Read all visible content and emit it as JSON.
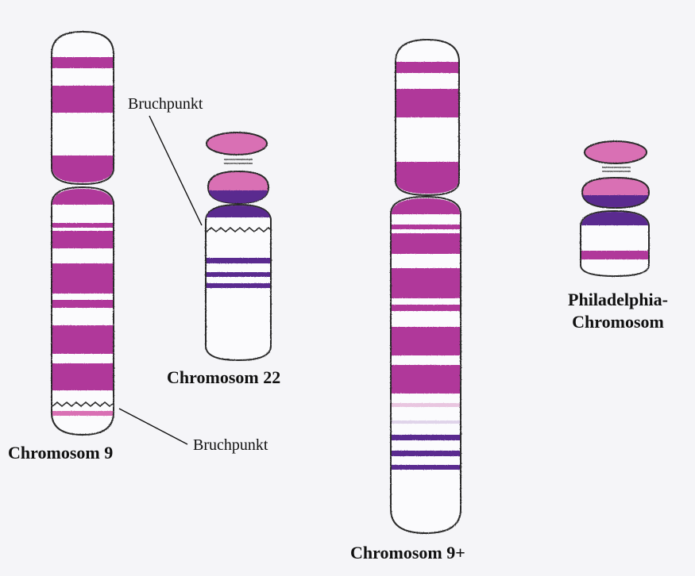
{
  "labels": {
    "breakpoint_top": "Bruchpunkt",
    "breakpoint_bottom": "Bruchpunkt",
    "chromosome_9": "Chromosom 9",
    "chromosome_22": "Chromosom 22",
    "chromosome_9_plus": "Chromosom 9+",
    "philadelphia_line1": "Philadelphia-",
    "philadelphia_line2": "Chromosom"
  },
  "colors": {
    "magenta_band": "#b0399a",
    "pink_band": "#d970b4",
    "purple_band": "#5a2a8f",
    "outline": "#2a2a2a",
    "background": "#f5f5f8"
  }
}
